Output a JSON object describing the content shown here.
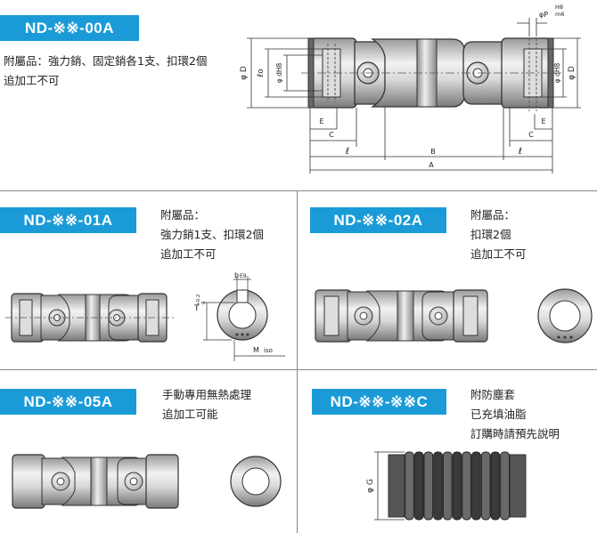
{
  "sections": {
    "s00a": {
      "badge": "ND-※※-00A",
      "notes": [
        "附屬品：強力銷、固定銷各1支、扣環2個",
        "追加工不可"
      ]
    },
    "s01a": {
      "badge": "ND-※※-01A",
      "notes": [
        "附屬品：",
        "強力銷1支、扣環2個",
        "追加工不可"
      ]
    },
    "s02a": {
      "badge": "ND-※※-02A",
      "notes": [
        "附屬品：",
        "扣環2個",
        "追加工不可"
      ]
    },
    "s05a": {
      "badge": "ND-※※-05A",
      "notes": [
        "手動專用無熱處理",
        "追加工可能"
      ]
    },
    "sc": {
      "badge": "ND-※※-※※C",
      "notes": [
        "附防塵套",
        "已充填油脂",
        "訂購時請預先說明"
      ]
    }
  },
  "dims": {
    "phiD": "φ D",
    "lo": "ℓo",
    "phid_left": "φ dH8",
    "phid_right": "φ dH8",
    "phiD_right": "φ D",
    "phiP": "φP",
    "phiP_tol_top": "H8",
    "phiP_tol_bot": "m6",
    "E_left": "E",
    "E_right": "E",
    "C_left": "C",
    "C_right": "C",
    "l_left": "ℓ",
    "l_right": "ℓ",
    "B": "B",
    "A": "A",
    "T": "T",
    "T_tol_top": "+0.2",
    "T_tol_bot": "0",
    "b": "b",
    "b_tol": "E9",
    "M": "M",
    "M_iso": "iso",
    "phiG": "φ G"
  }
}
